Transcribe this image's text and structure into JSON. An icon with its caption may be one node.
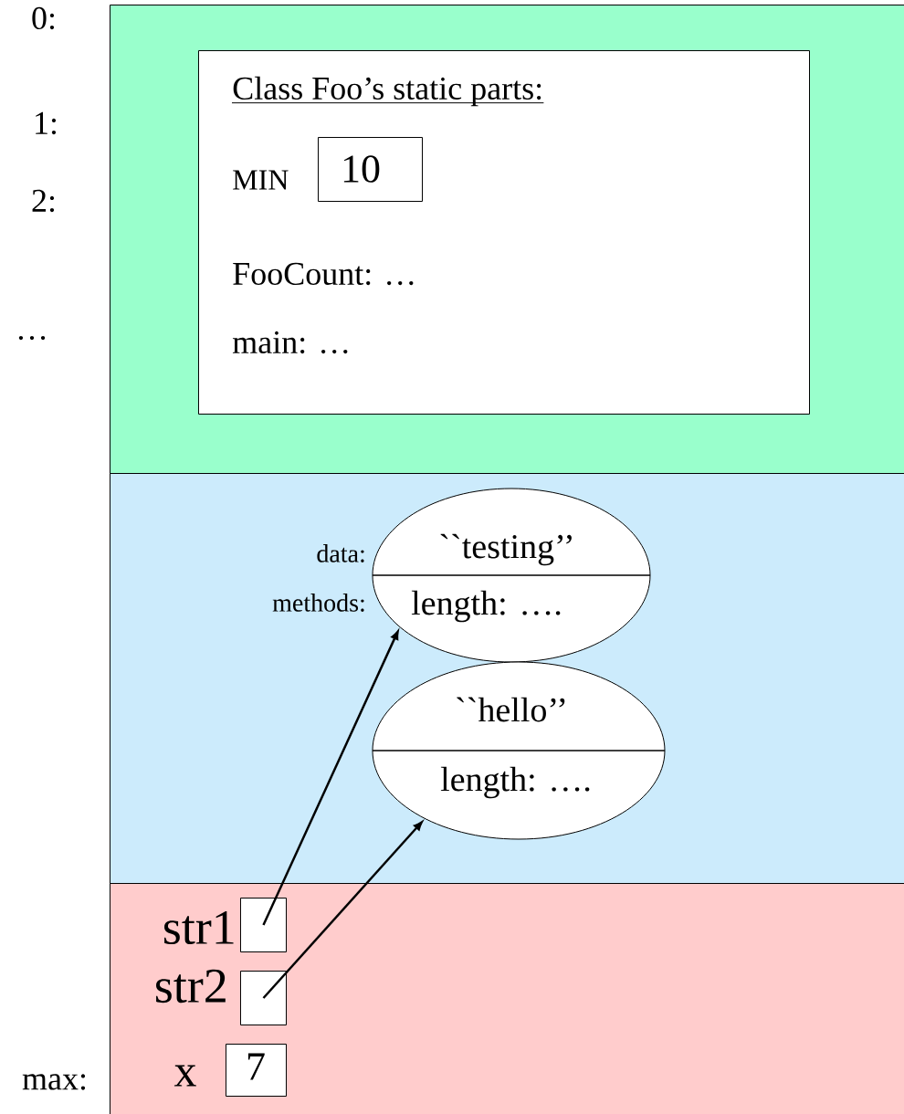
{
  "diagram": {
    "nodes": [
      {
        "text": [],
        "shape": "box"
      },
      {
        "text": [
          "Class Foo’s static parts:",
          "FooCount: …",
          "main: …"
        ],
        "in": 0
      },
      {
        "text": [
          "10"
        ],
        "beside": [
          "MIN"
        ],
        "in": 1
      },
      {
        "text": [],
        "shape": "box"
      },
      {
        "text": [
          "``testing’’",
          "length: …."
        ],
        "beside": [
          "data:",
          "methods:"
        ],
        "in": 3
      },
      {
        "text": [
          "``hello’’",
          "length: …."
        ],
        "in": 3
      },
      {
        "text": [],
        "shape": "box"
      },
      {
        "text": [],
        "shape": "box",
        "beside": [
          "str1"
        ],
        "in": 6
      },
      {
        "text": [],
        "shape": "box",
        "beside": [
          "str2"
        ],
        "in": 6
      },
      {
        "text": [
          "7"
        ],
        "beside": [
          "x"
        ],
        "in": 6
      }
    ],
    "edges": [
      {
        "from": 7,
        "to": 4,
        "arrow": "to"
      },
      {
        "from": 8,
        "to": 5,
        "arrow": "to"
      }
    ],
    "labels": [
      "0:",
      "1:",
      "2:",
      "…",
      "max:"
    ]
  }
}
